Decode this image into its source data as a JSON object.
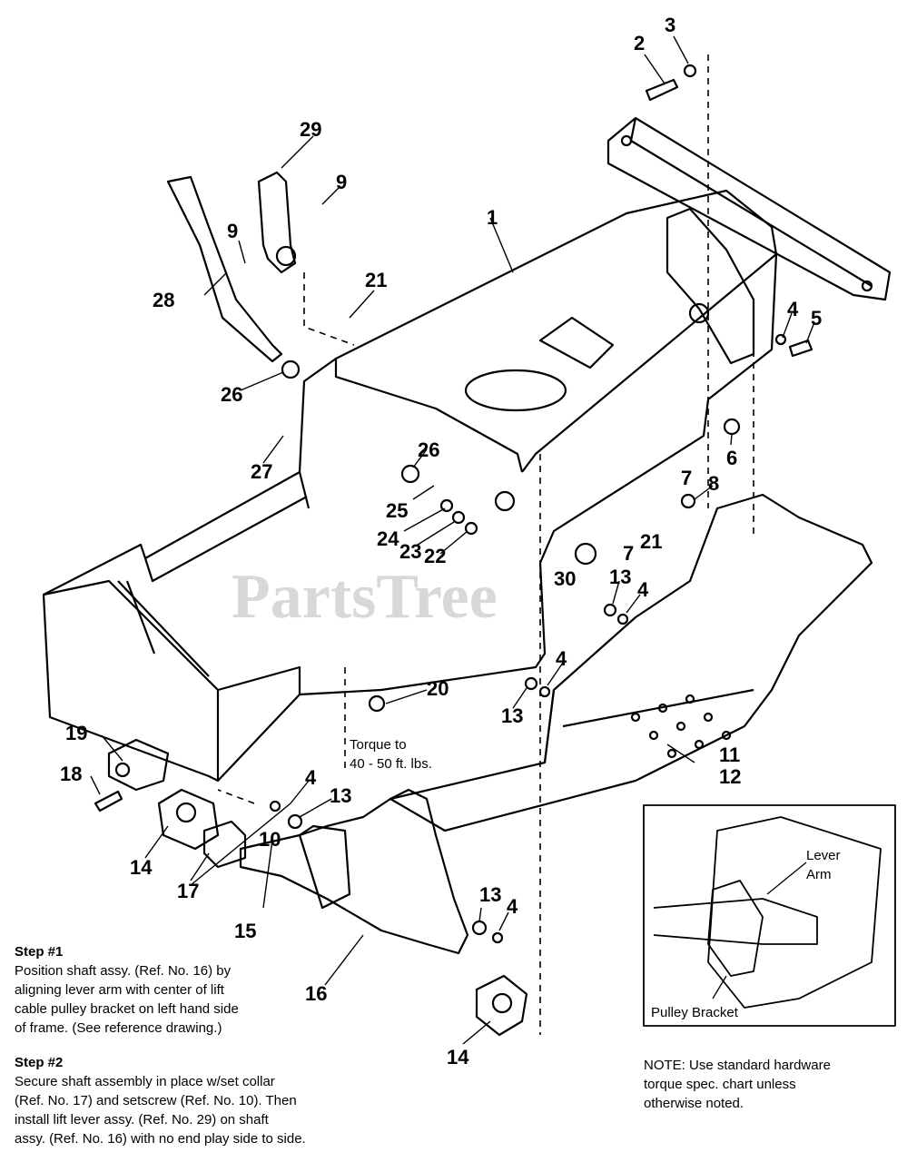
{
  "watermark": "PartsTree",
  "part_labels": {
    "l1": "1",
    "l2": "2",
    "l3": "3",
    "l4a": "4",
    "l4b": "4",
    "l4c": "4",
    "l4d": "4",
    "l4e": "4",
    "l5": "5",
    "l6": "6",
    "l7a": "7",
    "l7b": "7",
    "l8": "8",
    "l9a": "9",
    "l9b": "9",
    "l10": "10",
    "l11": "11",
    "l12": "12",
    "l13a": "13",
    "l13b": "13",
    "l13c": "13",
    "l13d": "13",
    "l14a": "14",
    "l14b": "14",
    "l15": "15",
    "l16": "16",
    "l17": "17",
    "l18": "18",
    "l19": "19",
    "l20": "20",
    "l21a": "21",
    "l21b": "21",
    "l22": "22",
    "l23": "23",
    "l24": "24",
    "l25": "25",
    "l26a": "26",
    "l26b": "26",
    "l27": "27",
    "l28": "28",
    "l29": "29",
    "l30": "30"
  },
  "torque_note": {
    "line1": "Torque to",
    "line2": "40 - 50 ft. lbs."
  },
  "inset": {
    "lever_arm_line1": "Lever",
    "lever_arm_line2": "Arm",
    "pulley_bracket": "Pulley Bracket"
  },
  "step1": {
    "heading": "Step #1",
    "lines": [
      "Position shaft assy. (Ref. No. 16) by",
      "aligning lever arm with center of lift",
      "cable pulley bracket on left hand side",
      "of frame. (See reference drawing.)"
    ]
  },
  "step2": {
    "heading": "Step #2",
    "lines": [
      "Secure shaft assembly in place w/set collar",
      "(Ref. No. 17) and setscrew (Ref. No. 10). Then",
      "install lift lever assy. (Ref. No. 29) on shaft",
      "assy. (Ref. No. 16) with no end play side to side."
    ]
  },
  "note": {
    "lines": [
      "NOTE: Use standard hardware",
      "torque spec. chart unless",
      "otherwise noted."
    ]
  }
}
